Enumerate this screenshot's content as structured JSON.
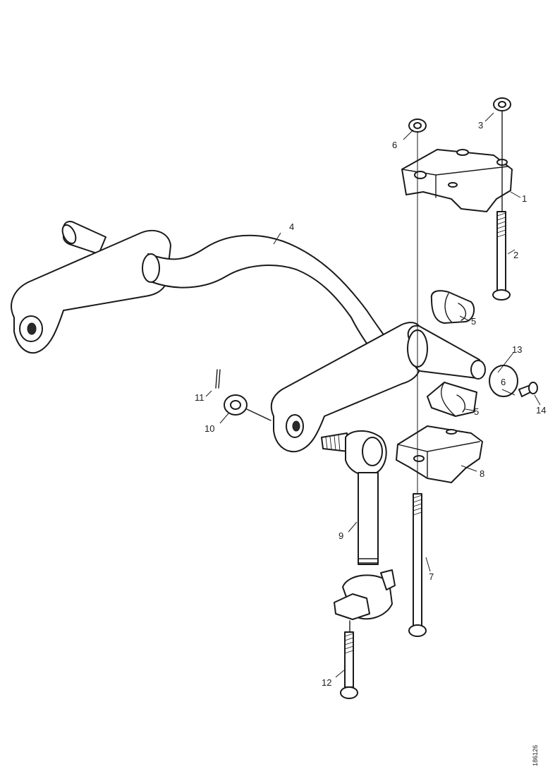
{
  "callouts": {
    "c1": "1",
    "c2": "2",
    "c3": "3",
    "c4": "4",
    "c5a": "5",
    "c5b": "5",
    "c6a": "6",
    "c6b": "6",
    "c7": "7",
    "c8": "8",
    "c9": "9",
    "c10": "10",
    "c11": "11",
    "c12": "12",
    "c13": "13",
    "c14": "14"
  },
  "reference_code": "186126"
}
